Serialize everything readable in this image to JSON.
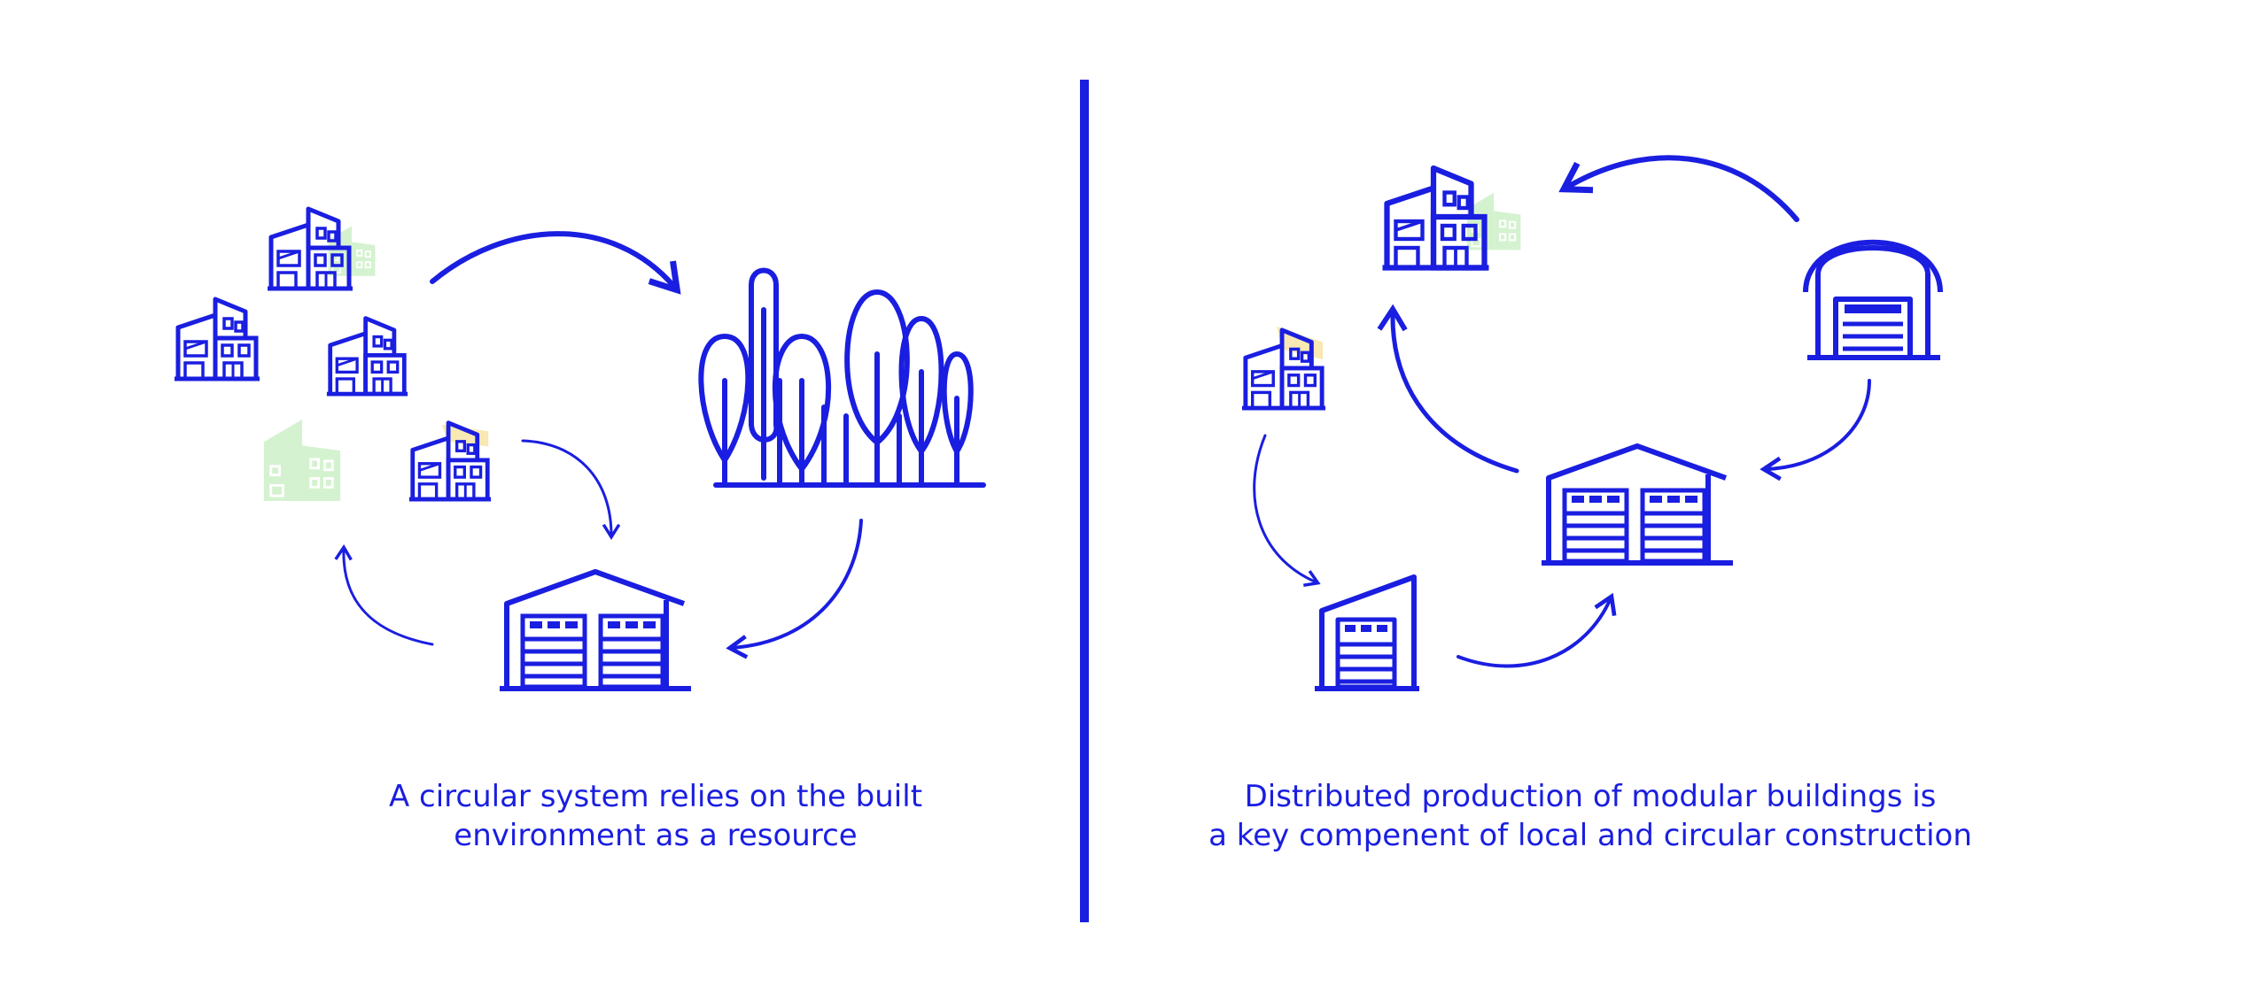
{
  "colors": {
    "primary": "#1a1ee0",
    "green": "#d4f2cf",
    "yellow": "#f8e8b4",
    "background": "#ffffff"
  },
  "left_panel": {
    "caption_line1": "A circular system relies on the built",
    "caption_line2": "environment as a resource"
  },
  "right_panel": {
    "caption_line1": "Distributed production of modular buildings is",
    "caption_line2": "a key compenent of local and circular construction"
  },
  "icons": [
    "building-icon",
    "forest-icon",
    "warehouse-icon",
    "hangar-icon",
    "small-factory-icon",
    "arrow-icon"
  ]
}
